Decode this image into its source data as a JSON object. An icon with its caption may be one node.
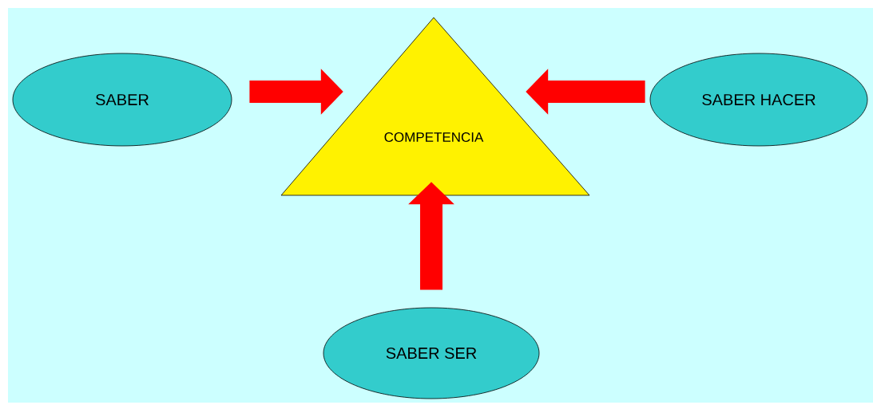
{
  "diagram": {
    "nodes": [
      {
        "text": [
          "COMPETENCIA"
        ]
      },
      {
        "text": [
          "SABER"
        ]
      },
      {
        "text": [
          "SABER HACER"
        ]
      },
      {
        "text": [
          "SABER SER"
        ]
      }
    ],
    "edges": [
      {
        "from": 1,
        "to": 0,
        "arrow": "to"
      },
      {
        "from": 2,
        "to": 0,
        "arrow": "to"
      },
      {
        "from": 3,
        "to": 0,
        "arrow": "to"
      }
    ]
  }
}
